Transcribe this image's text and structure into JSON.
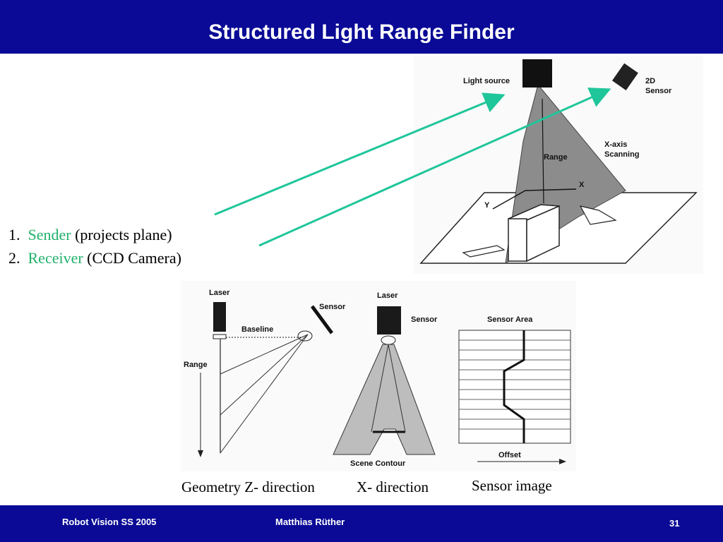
{
  "header": {
    "title": "Structured Light Range Finder"
  },
  "list": [
    {
      "num": "1.",
      "term": "Sender",
      "desc": "(projects plane)"
    },
    {
      "num": "2.",
      "term": "Receiver",
      "desc": "(CCD Camera)"
    }
  ],
  "top_figure": {
    "light_source": "Light  source",
    "sensor_2d_line1": "2D",
    "sensor_2d_line2": "Sensor",
    "xaxis_line1": "X-axis",
    "xaxis_line2": "Scanning",
    "range": "Range",
    "x": "X",
    "y": "Y"
  },
  "bottom_figures": {
    "fig1": {
      "laser": "Laser",
      "sensor": "Sensor",
      "baseline": "Baseline",
      "range": "Range"
    },
    "fig2": {
      "laser": "Laser",
      "sensor": "Sensor",
      "scene_contour": "Scene  Contour"
    },
    "fig3": {
      "sensor_area": "Sensor  Area",
      "offset": "Offset"
    }
  },
  "captions": {
    "z_direction": "Geometry Z- direction",
    "x_direction": "X- direction",
    "sensor_image": "Sensor image"
  },
  "footer": {
    "course": "Robot Vision SS 2005",
    "author": "Matthias Rüther",
    "page": "31"
  },
  "colors": {
    "header_bg": "#0a0a96",
    "accent_green": "#21b26b",
    "arrow": "#1fc69a"
  }
}
